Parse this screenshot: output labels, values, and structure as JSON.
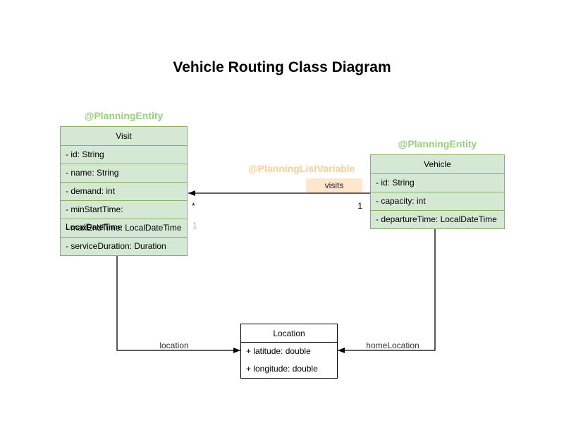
{
  "title": "Vehicle Routing Class Diagram",
  "classes": {
    "visit": {
      "annotation": "@PlanningEntity",
      "name": "Visit",
      "attributes": [
        "- id: String",
        "- name: String",
        "- demand: int",
        "- minStartTime: LocalDateTime",
        "- maxEndTime: LocalDateTime",
        "- serviceDuration: Duration"
      ]
    },
    "vehicle": {
      "annotation": "@PlanningEntity",
      "name": "Vehicle",
      "attributes": [
        "- id: String",
        "- capacity: int",
        "- departureTime: LocalDateTime"
      ]
    },
    "location": {
      "name": "Location",
      "attributes": [
        "+ latitude: double",
        "+ longitude: double"
      ]
    }
  },
  "associations": {
    "visits": {
      "annotation": "@PlanningListVariable",
      "label": "visits",
      "target_multiplicity": "*",
      "source_multiplicity": "1",
      "secondary_multiplicity": "1"
    },
    "location": {
      "label": "location"
    },
    "home_location": {
      "label": "homeLocation"
    }
  },
  "colors": {
    "entity_fill": "#d5e8d4",
    "entity_border": "#82b366",
    "entity_annotation_text": "#97d077",
    "list_variable_annotation_text": "#ffcc99",
    "visits_label_bg": "#ffe6cc",
    "plain_class_border": "#000000",
    "secondary_multiplicity_text": "#b1a0c7",
    "connector_color": "#000000"
  }
}
